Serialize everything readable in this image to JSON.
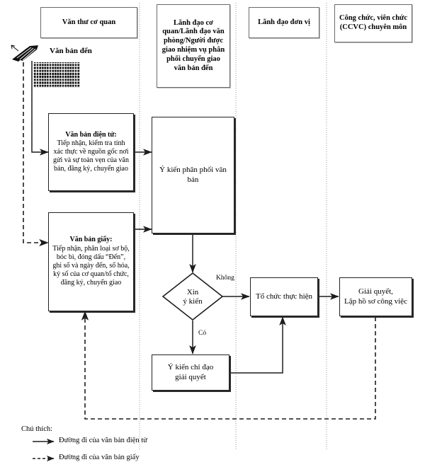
{
  "diagram": {
    "title_note": "Quy trinh xu ly van ban den",
    "columns": [
      {
        "id": "col-van-thu",
        "label": "Văn thư cơ quan"
      },
      {
        "id": "col-lanh-dao-co-quan",
        "label": "Lãnh đạo cơ quan/Lãnh đạo văn phòng/Người được giao nhiệm vụ phân phối chuyển giao văn bản đến"
      },
      {
        "id": "col-lanh-dao-don-vi",
        "label": "Lãnh đạo đơn vị"
      },
      {
        "id": "col-ccvc",
        "label": "Công chức, viên chức (CCVC) chuyên môn"
      }
    ],
    "input_label": "Văn bản đến",
    "icon_name": "incoming-documents-icon",
    "nodes": {
      "dien_tu_title": "Văn bản điện tử:",
      "dien_tu_body": "Tiếp nhận, kiểm tra tính xác thực về nguồn gốc nơi gửi và sự toàn vẹn của văn bản, đăng ký, chuyển giao",
      "giay_title": "Văn bản giấy:",
      "giay_body": "Tiếp nhận, phân loại sơ bộ, bóc bì, đóng dấu “Đến”, ghi số và ngày đến, số hóa, ký số của cơ quan/tổ chức, đăng ký, chuyển giao",
      "y_kien_phan_phoi": "Ý kiến phân phối văn bản",
      "decision": "Xin\ný kiến",
      "decision_line1": "Xin",
      "decision_line2": "ý kiến",
      "to_chuc_thuc_hien": "Tổ chức thực hiện",
      "giai_quyet_line1": "Giải quyết,",
      "giai_quyet_line2": "Lập hồ sơ công việc",
      "y_kien_chi_dao_line1": "Ý kiến chỉ đạo",
      "y_kien_chi_dao_line2": "giải quyết"
    },
    "edge_labels": {
      "khong": "Không",
      "co": "Có"
    },
    "legend": {
      "title": "Chú thích:",
      "items": [
        {
          "style": "solid",
          "label": "Đường đi của văn bản điện tử"
        },
        {
          "style": "dashed",
          "label": "Đường đi của văn bản giấy"
        }
      ]
    },
    "colors": {
      "stroke": "#222222",
      "divider": "#9a9a9a",
      "background": "#ffffff"
    }
  }
}
